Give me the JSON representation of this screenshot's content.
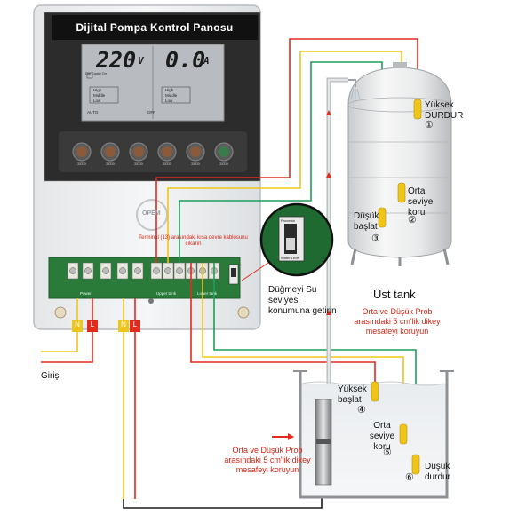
{
  "panel": {
    "title": "Dijital Pompa Kontrol Panosu",
    "voltage": "220",
    "voltage_unit": "V",
    "current": "0.0",
    "current_unit": "A",
    "lcd_mode": "Dw Contrl On",
    "lcd_left_levels": [
      "High",
      "Middle",
      "Low"
    ],
    "lcd_right_levels": [
      "High",
      "Middle",
      "Low"
    ],
    "lcd_auto": "AUTO",
    "lcd_off": "OFF",
    "buttons": [
      "ΣΕΣΘ",
      "ΣΕΣΘ",
      "ΣΕΣΘ",
      "ΣΕΣΘ",
      "ΣΕΣΘ",
      "ΣΕΣΘ"
    ],
    "logo": "OPEM",
    "terminal_note": "Terminal (13) arasındaki kısa devre kablosunu çıkarın",
    "terminal_labels": [
      "Power",
      "Upper tank",
      "Lower tank"
    ],
    "wire_labels": [
      "N",
      "L",
      "N",
      "L"
    ]
  },
  "switch": {
    "caption": "Düğmeyi Su seviyesi konumuna getirin",
    "sticker_top": "Provento",
    "sticker_bottom": "Water Level"
  },
  "upper_tank": {
    "title": "Üst tank",
    "note": "Orta ve Düşük Prob arasındaki 5 cm'lik dikey mesafeyi koruyun",
    "probes": [
      {
        "label": "Yüksek DURDUR",
        "num": "①"
      },
      {
        "label": "Orta seviye koru",
        "num": "②"
      },
      {
        "label": "Düşük başlat",
        "num": "③"
      }
    ]
  },
  "lower_tank": {
    "note": "Orta ve Düşük Prob arasındaki 5 cm'lik dikey mesafeyi koruyun",
    "probes": [
      {
        "label": "Yüksek başlat",
        "num": "④"
      },
      {
        "label": "Orta seviye koru",
        "num": "⑤"
      },
      {
        "label": "Düşük durdur",
        "num": "⑥"
      }
    ]
  },
  "input_label": "Giriş",
  "colors": {
    "red_wire": "#e32a1f",
    "yellow_wire": "#f0c51a",
    "green_wire": "#1e9e5a",
    "black_wire": "#1a1a1a",
    "pcb_green": "#2a7a3a",
    "note_red": "#d62718"
  }
}
